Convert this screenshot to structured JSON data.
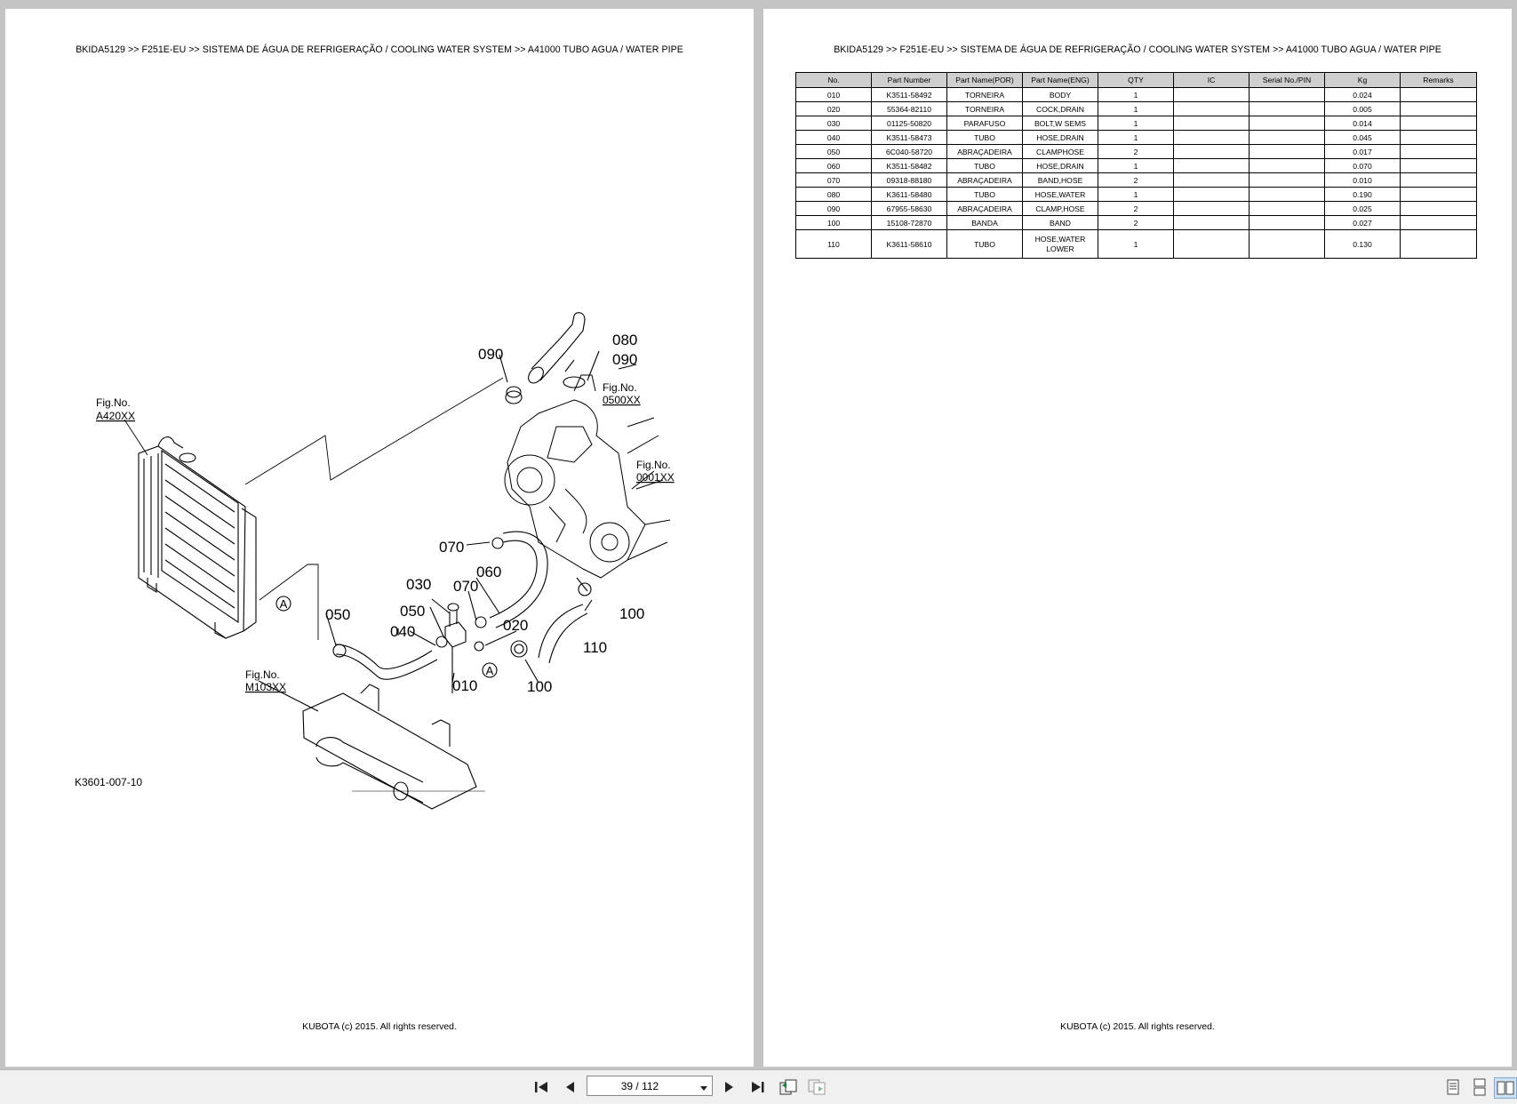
{
  "pages": {
    "left": {
      "breadcrumb": "BKIDA5129 >> F251E-EU >> SISTEMA DE ÁGUA DE REFRIGERAÇÃO / COOLING WATER SYSTEM >> A41000   TUBO AGUA / WATER PIPE",
      "copyright": "KUBOTA (c) 2015. All rights reserved.",
      "diagram": {
        "figure_code": "K3601-007-10",
        "fig_refs": [
          {
            "label": "Fig.No.",
            "code": "A420XX"
          },
          {
            "label": "Fig.No.",
            "code": "0500XX"
          },
          {
            "label": "Fig.No.",
            "code": "0001XX"
          },
          {
            "label": "Fig.No.",
            "code": "M103XX"
          }
        ],
        "callouts": [
          "090",
          "080",
          "090",
          "070",
          "060",
          "030",
          "070",
          "050",
          "050",
          "040",
          "020",
          "010",
          "100",
          "110",
          "100"
        ],
        "markers": [
          "A",
          "A"
        ]
      }
    },
    "right": {
      "breadcrumb": "BKIDA5129 >> F251E-EU >> SISTEMA DE ÁGUA DE REFRIGERAÇÃO / COOLING WATER SYSTEM >> A41000   TUBO AGUA / WATER PIPE",
      "copyright": "KUBOTA (c) 2015. All rights reserved.",
      "table": {
        "headers": [
          "No.",
          "Part Number",
          "Part Name(POR)",
          "Part Name(ENG)",
          "QTY",
          "IC",
          "Serial No./PIN",
          "Kg",
          "Remarks"
        ],
        "rows": [
          [
            "010",
            "K3511-58492",
            "TORNEIRA",
            "BODY",
            "1",
            "",
            "",
            "0.024",
            ""
          ],
          [
            "020",
            "55364-82110",
            "TORNEIRA",
            "COCK,DRAIN",
            "1",
            "",
            "",
            "0.005",
            ""
          ],
          [
            "030",
            "01125-50820",
            "PARAFUSO",
            "BOLT,W SEMS",
            "1",
            "",
            "",
            "0.014",
            ""
          ],
          [
            "040",
            "K3511-58473",
            "TUBO",
            "HOSE,DRAIN",
            "1",
            "",
            "",
            "0.045",
            ""
          ],
          [
            "050",
            "6C040-58720",
            "ABRAÇADEIRA",
            "CLAMPHOSE",
            "2",
            "",
            "",
            "0.017",
            ""
          ],
          [
            "060",
            "K3511-58482",
            "TUBO",
            "HOSE,DRAIN",
            "1",
            "",
            "",
            "0.070",
            ""
          ],
          [
            "070",
            "09318-88180",
            "ABRAÇADEIRA",
            "BAND,HOSE",
            "2",
            "",
            "",
            "0.010",
            ""
          ],
          [
            "080",
            "K3611-58480",
            "TUBO",
            "HOSE,WATER",
            "1",
            "",
            "",
            "0.190",
            ""
          ],
          [
            "090",
            "67955-58630",
            "ABRAÇADEIRA",
            "CLAMP,HOSE",
            "2",
            "",
            "",
            "0.025",
            ""
          ],
          [
            "100",
            "15108-72870",
            "BANDA",
            "BAND",
            "2",
            "",
            "",
            "0.027",
            ""
          ],
          [
            "110",
            "K3611-58610",
            "TUBO",
            "HOSE,WATER LOWER",
            "1",
            "",
            "",
            "0.130",
            ""
          ]
        ]
      }
    }
  },
  "toolbar": {
    "page_indicator": "39 / 112",
    "icons": [
      "first-page-icon",
      "prev-page-icon",
      "next-page-icon",
      "last-page-icon",
      "go-back-icon",
      "go-forward-icon",
      "single-page-icon",
      "continuous-page-icon",
      "two-page-icon"
    ]
  }
}
